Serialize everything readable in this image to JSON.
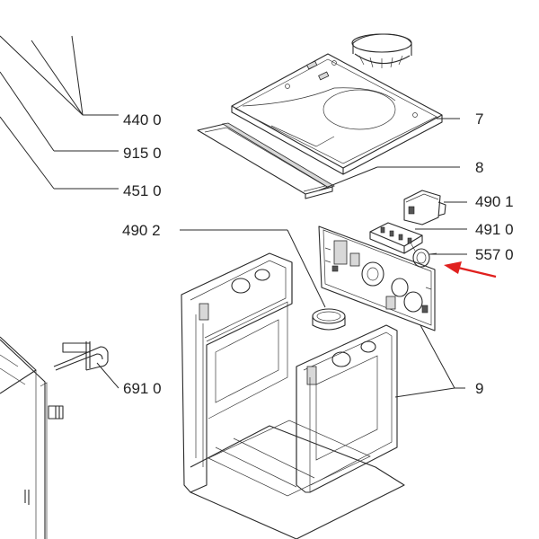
{
  "colors": {
    "line": "#2a2a2a",
    "arrow": "#e0201e",
    "background": "#ffffff"
  },
  "callouts": {
    "c4400": "440 0",
    "c9150": "915 0",
    "c4510": "451 0",
    "c7": "7",
    "c8": "8",
    "c4901": "490 1",
    "c4902": "490 2",
    "c4910": "491 0",
    "c5570": "557 0",
    "c6910": "691 0",
    "c9": "9"
  }
}
